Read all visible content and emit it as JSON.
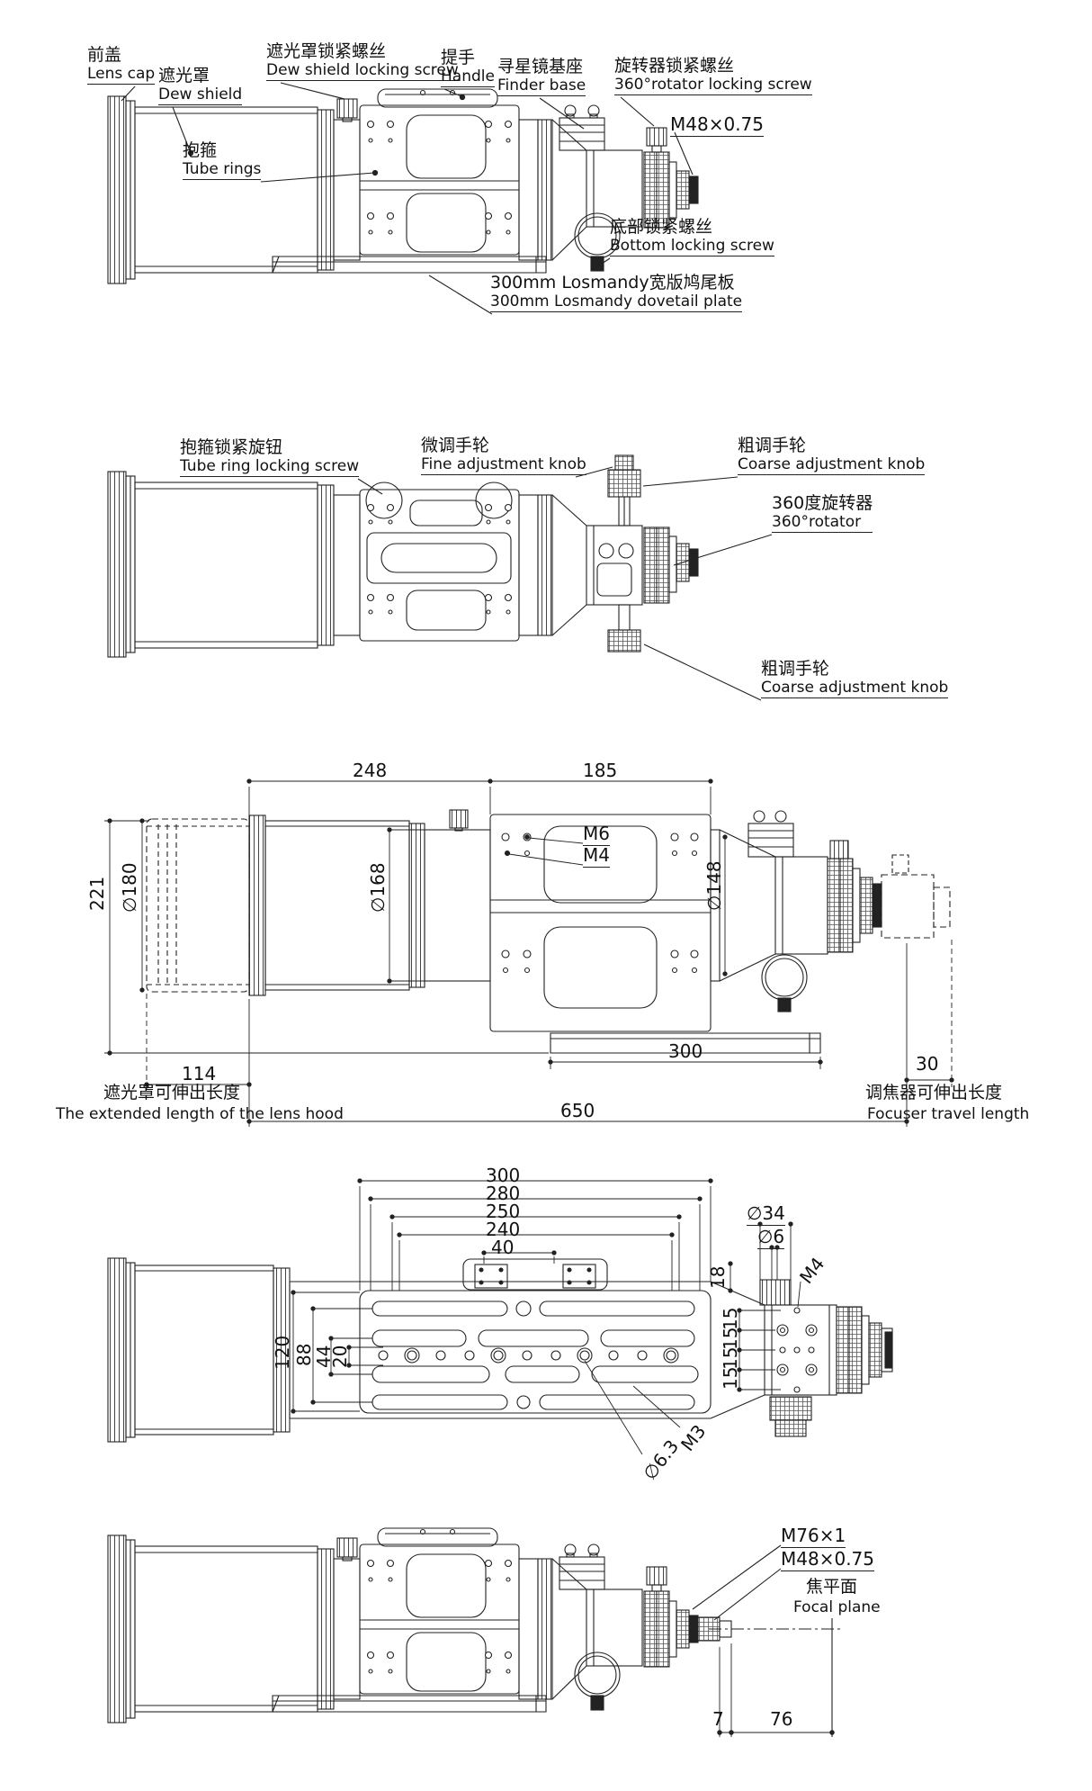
{
  "colors": {
    "line": "#222222",
    "text": "#111111",
    "bg": "#ffffff"
  },
  "views": {
    "view1": {
      "callouts": {
        "lens_cap": {
          "cn": "前盖",
          "en": "Lens cap"
        },
        "dew_shield": {
          "cn": "遮光罩",
          "en": "Dew shield"
        },
        "dew_shield_locking_screw": {
          "cn": "遮光罩锁紧螺丝",
          "en": "Dew shield locking screw"
        },
        "handle": {
          "cn": "提手",
          "en": "Handle"
        },
        "finder_base": {
          "cn": "寻星镜基座",
          "en": "Finder base"
        },
        "rotator_locking_screw": {
          "cn": "旋转器锁紧螺丝",
          "en": "360°rotator locking screw"
        },
        "m48_thread": {
          "en": "M48×0.75"
        },
        "tube_rings": {
          "cn": "抱箍",
          "en": "Tube rings"
        },
        "bottom_locking_screw": {
          "cn": "底部锁紧螺丝",
          "en": "Bottom locking screw"
        },
        "dovetail_plate": {
          "cn": "300mm Losmandy宽版鸠尾板",
          "en": "300mm Losmandy dovetail plate"
        }
      }
    },
    "view2": {
      "callouts": {
        "tube_ring_locking_screw": {
          "cn": "抱箍锁紧旋钮",
          "en": "Tube ring locking screw"
        },
        "fine_adjustment_knob": {
          "cn": "微调手轮",
          "en": "Fine adjustment knob"
        },
        "coarse_adjustment_knob_top": {
          "cn": "粗调手轮",
          "en": "Coarse adjustment knob"
        },
        "rotator_360": {
          "cn": "360度旋转器",
          "en": "360°rotator"
        },
        "coarse_adjustment_knob_bottom": {
          "cn": "粗调手轮",
          "en": "Coarse adjustment knob"
        }
      }
    },
    "view3": {
      "dims": {
        "length_248": "248",
        "length_185": "185",
        "height_221": "221",
        "dia_180": "∅180",
        "dia_168": "∅168",
        "dia_148": "∅148",
        "thread_m6": "M6",
        "thread_m4": "M4",
        "length_114": "114",
        "length_300": "300",
        "length_650": "650",
        "length_30": "30"
      },
      "notes": {
        "hood_extension": {
          "cn": "遮光罩可伸出长度",
          "en": "The extended length of the lens hood"
        },
        "focuser_travel": {
          "cn": "调焦器可伸出长度",
          "en": "Focuser travel length"
        }
      }
    },
    "view4": {
      "dims": {
        "length_300": "300",
        "length_280": "280",
        "length_250": "250",
        "length_240": "240",
        "length_40": "40",
        "dia_34": "∅34",
        "dia_6": "∅6",
        "thread_m4": "M4",
        "length_18": "18",
        "spacing_15": "15",
        "height_120": "120",
        "height_88": "88",
        "height_44": "44",
        "height_20": "20",
        "thread_m3": "M3",
        "dia_6_3": "∅6.3"
      }
    },
    "view5": {
      "callouts": {
        "thread_m76": "M76×1",
        "thread_m48": "M48×0.75",
        "focal_plane": {
          "cn": "焦平面",
          "en": "Focal plane"
        }
      },
      "dims": {
        "length_7": "7",
        "length_76": "76"
      }
    }
  }
}
